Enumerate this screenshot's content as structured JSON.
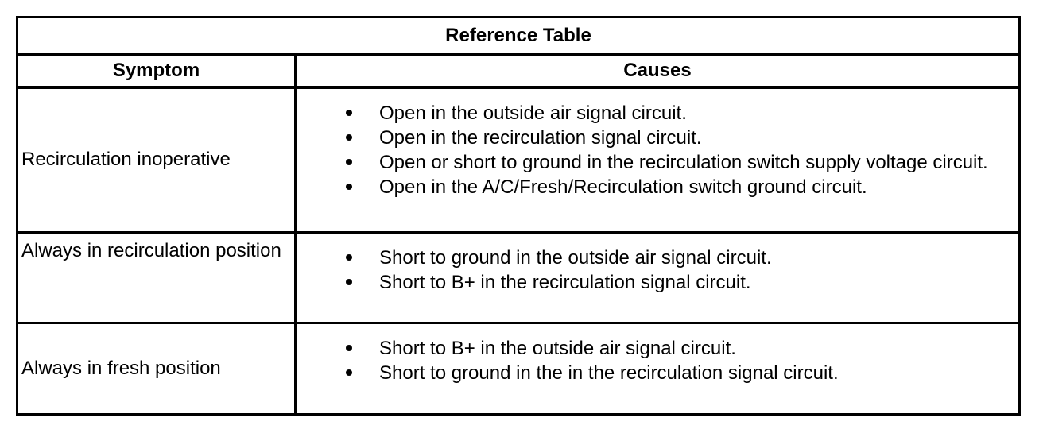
{
  "table": {
    "title": "Reference Table",
    "columns": {
      "symptom": "Symptom",
      "causes": "Causes"
    },
    "rows": [
      {
        "symptom": "Recirculation inoperative",
        "causes": [
          "Open in the outside air signal circuit.",
          "Open in the recirculation signal circuit.",
          "Open or short to ground in the recirculation switch supply voltage circuit.",
          "Open in the A/C/Fresh/Recirculation switch ground circuit."
        ]
      },
      {
        "symptom": "Always in recirculation position",
        "causes": [
          "Short to ground in the outside air signal circuit.",
          "Short to B+ in the recirculation signal circuit."
        ]
      },
      {
        "symptom": "Always in fresh position",
        "causes": [
          "Short to B+ in the outside air signal circuit.",
          "Short to ground in the in the recirculation signal circuit."
        ]
      }
    ],
    "colors": {
      "text": "#000000",
      "border": "#000000",
      "background": "#ffffff"
    }
  }
}
